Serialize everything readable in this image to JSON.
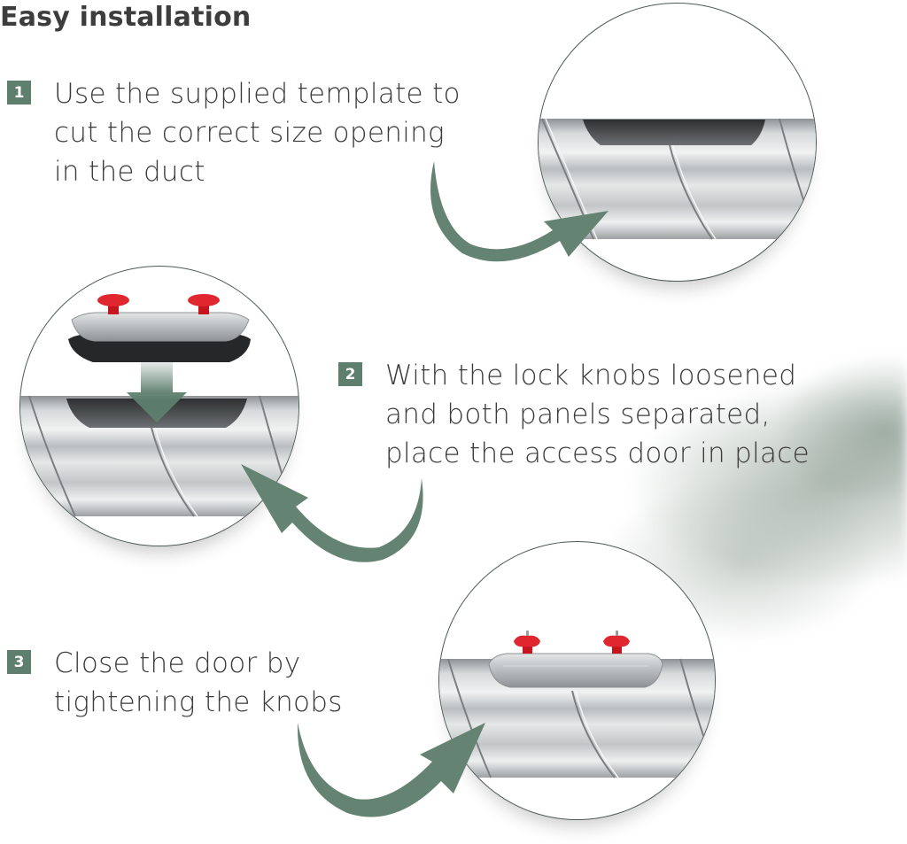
{
  "title": "Easy installation",
  "colors": {
    "accent_green": "#5e7f6e",
    "text": "#3b3b3b",
    "knob_red": "#e0262f",
    "duct_silver": "#c8cbcc"
  },
  "steps": [
    {
      "number": "1",
      "text": "Use the supplied template to\ncut the correct size opening\nin the duct",
      "image": "duct-with-cut-opening"
    },
    {
      "number": "2",
      "text": "With the lock knobs loosened\nand both panels separated,\nplace the access door in place",
      "image": "access-door-above-duct-opening"
    },
    {
      "number": "3",
      "text": "Close the door by\ntightening the knobs",
      "image": "access-door-installed-on-duct"
    }
  ],
  "icons": {
    "step_arrow": "curved-arrow-icon",
    "drop_arrow": "down-arrow-icon",
    "knob": "red-knob-icon"
  }
}
